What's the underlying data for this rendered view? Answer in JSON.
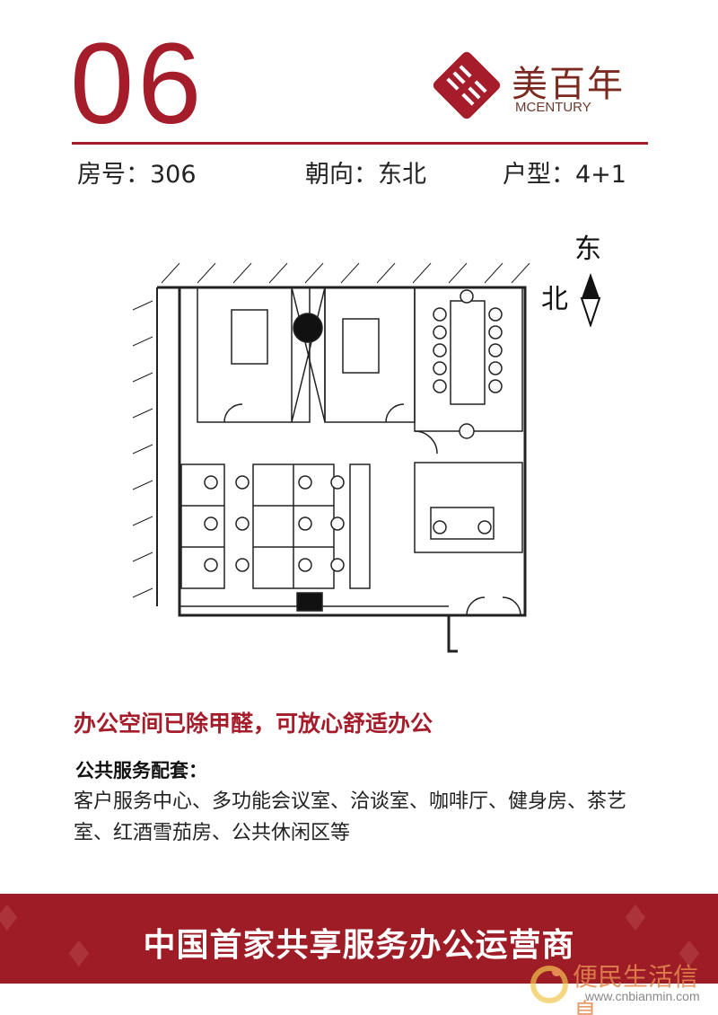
{
  "header": {
    "room_number_big": "06",
    "brand_cn": "美百年",
    "brand_en": "MCENTURY"
  },
  "info": {
    "room": "房号：306",
    "orientation": "朝向：东北",
    "layout": "户型：4+1"
  },
  "compass": {
    "east": "东",
    "north": "北"
  },
  "headline": "办公空间已除甲醛，可放心舒适办公",
  "services_title": "公共服务配套：",
  "services_body": "客户服务中心、多功能会议室、洽谈室、咖啡厅、健身房、茶艺室、红酒雪茄房、公共休闲区等",
  "banner": {
    "text": "中国首家共享服务办公运营商"
  },
  "watermark": {
    "cn": "便民生活信息",
    "url": "www.cnbianmin.com"
  },
  "colors": {
    "accent": "#a51d2b",
    "banner": "#9e1c26"
  }
}
